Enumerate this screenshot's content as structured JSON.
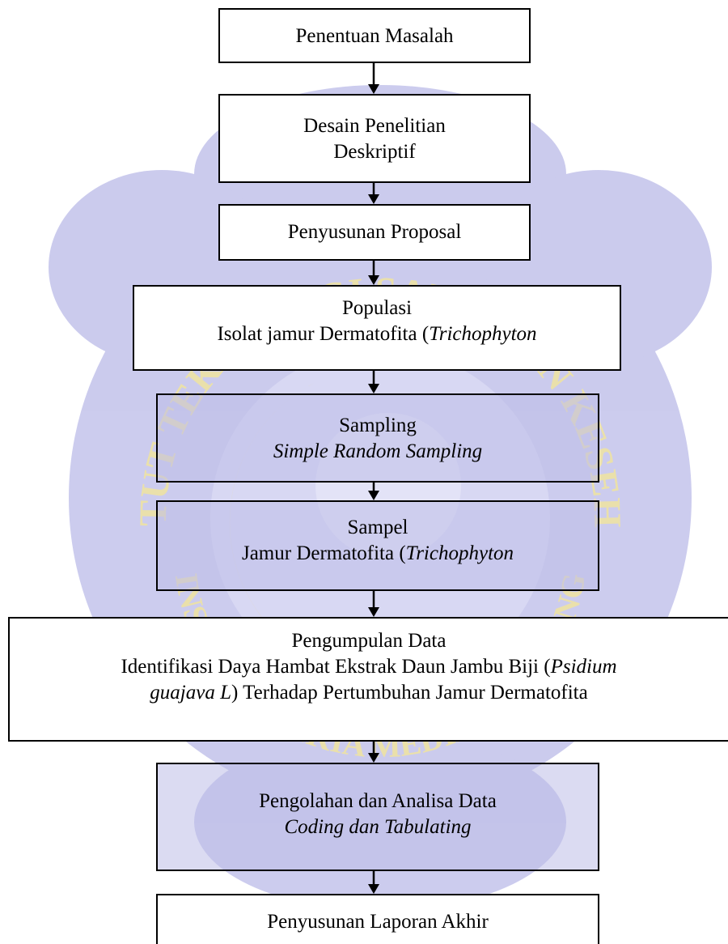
{
  "watermark": {
    "text_top": "INSTITUT TEKNOLOGI SAINS DAN KESEHATAN",
    "text_bottom": "INSAN CENDEKIA MEDIKA JOMBANG",
    "colors": {
      "petal": "#c6c6ec",
      "crescent": "#f1df8c",
      "text": "#ece2a8"
    }
  },
  "flow": {
    "step1": {
      "line1": "Penentuan Masalah"
    },
    "step2": {
      "line1": "Desain Penelitian",
      "line2": "Deskriptif"
    },
    "step3": {
      "line1": "Penyusunan Proposal"
    },
    "step4": {
      "line1": "Populasi",
      "line2_pre": "Isolat jamur Dermatofita (",
      "line2_it": "Trichophyton"
    },
    "step5": {
      "line1": "Sampling",
      "line2": "Simple Random Sampling"
    },
    "step6": {
      "line1": "Sampel",
      "line2_pre": "Jamur Dermatofita (",
      "line2_it": "Trichophyton"
    },
    "step7": {
      "line1": "Pengumpulan Data",
      "line2_pre": "Identifikasi Daya Hambat Ekstrak Daun Jambu Biji (",
      "line2_it": "Psidium",
      "line3_it": "guajava L",
      "line3_post": ") Terhadap Pertumbuhan Jamur Dermatofita"
    },
    "step8": {
      "line1": "Pengolahan dan Analisa Data",
      "line2": "Coding dan Tabulating"
    },
    "step9": {
      "line1": "Penyusunan Laporan Akhir"
    }
  }
}
